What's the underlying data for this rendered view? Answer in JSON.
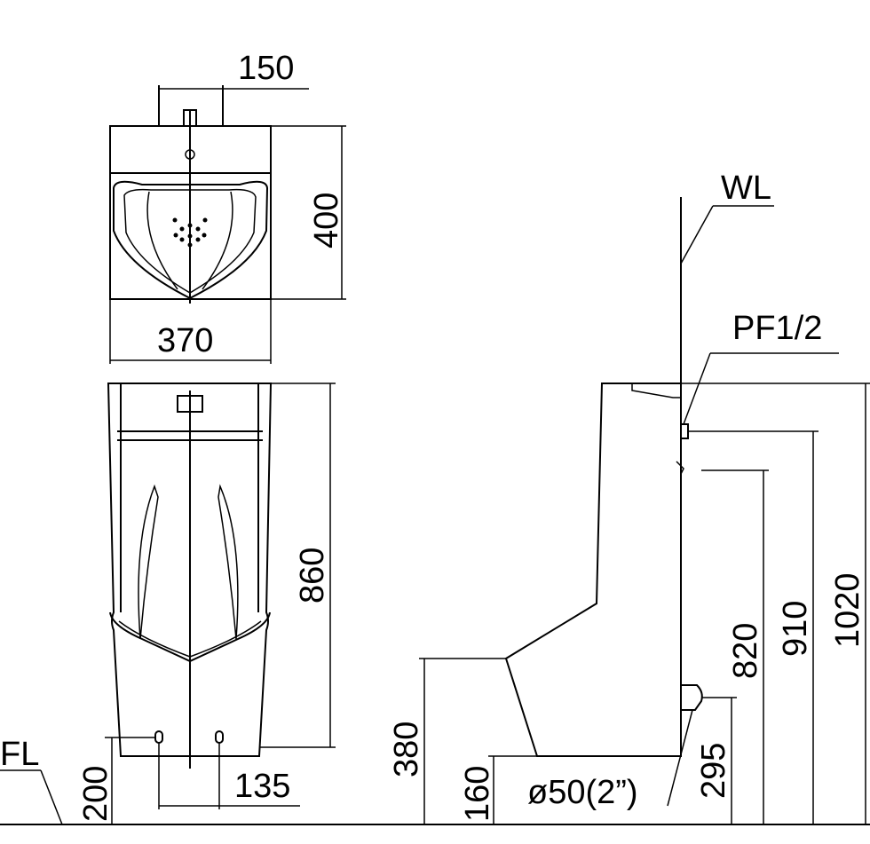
{
  "labels": {
    "wl": "WL",
    "fl": "FL",
    "pf": "PF1/2",
    "drain": "ø50(2”)"
  },
  "dimensions": {
    "top_spacing": "150",
    "top_depth": "400",
    "width": "370",
    "height": "860",
    "bottom_spacing": "135",
    "bottom_height": "200",
    "lip_height": "380",
    "base_height": "160",
    "outlet_height": "295",
    "flush_height": "820",
    "inlet_height": "910",
    "overall_height": "1020"
  }
}
